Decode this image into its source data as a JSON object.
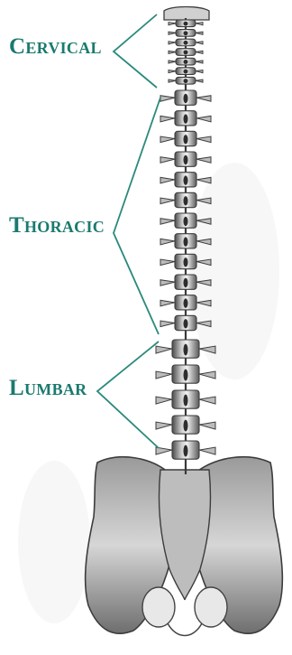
{
  "labels": {
    "cervical": "Cervical",
    "thoracic": "Thoracic",
    "lumbar": "Lumbar"
  },
  "colors": {
    "label_teal": "#1a7a6e",
    "bracket_teal": "#2a8a7c",
    "bone_light": "#eeeeee",
    "bone_shade": "#8a8a8a",
    "bone_dark": "#3c3c3c"
  }
}
